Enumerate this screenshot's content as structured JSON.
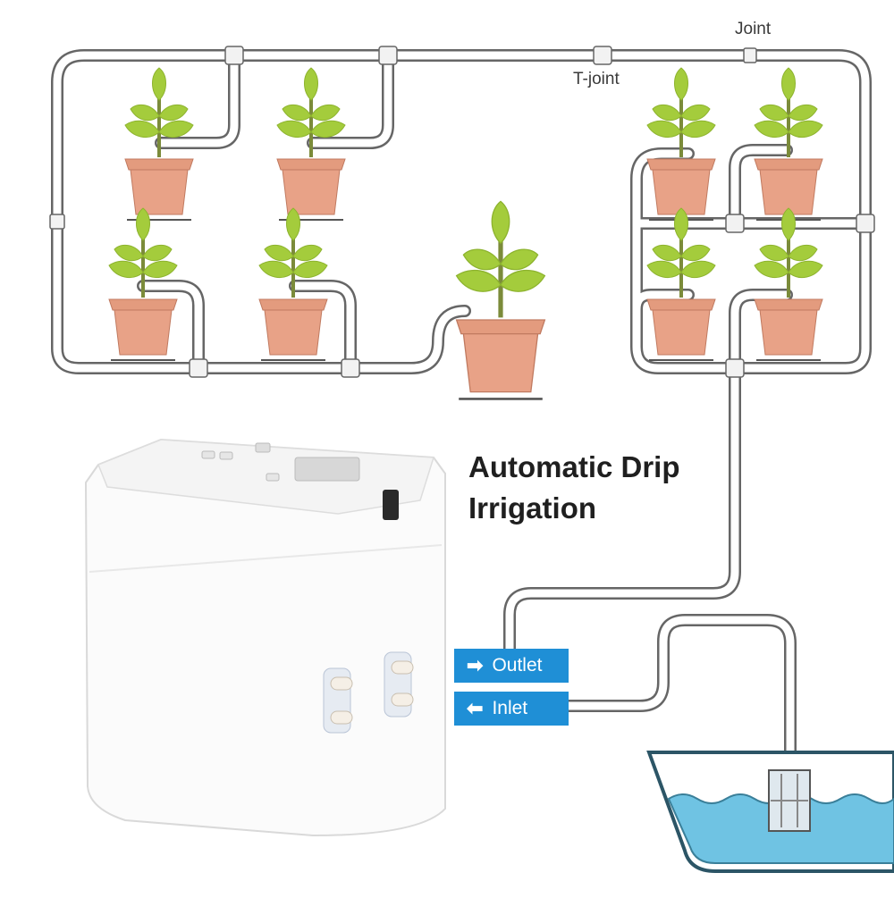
{
  "labels": {
    "joint": "Joint",
    "t_joint": "T-joint",
    "title_line1": "Automatic Drip",
    "title_line2": "Irrigation",
    "outlet": "Outlet",
    "inlet": "Inlet"
  },
  "icons": {
    "outlet_arrow": "arrow-right-icon",
    "inlet_arrow": "arrow-left-icon"
  },
  "colors": {
    "tag_blue": "#1f8fd6",
    "leaf_green": "#a4cc3c",
    "pot_terracotta": "#e39b7e",
    "water_blue": "#6fc3e3",
    "tube_outline": "#666666"
  }
}
